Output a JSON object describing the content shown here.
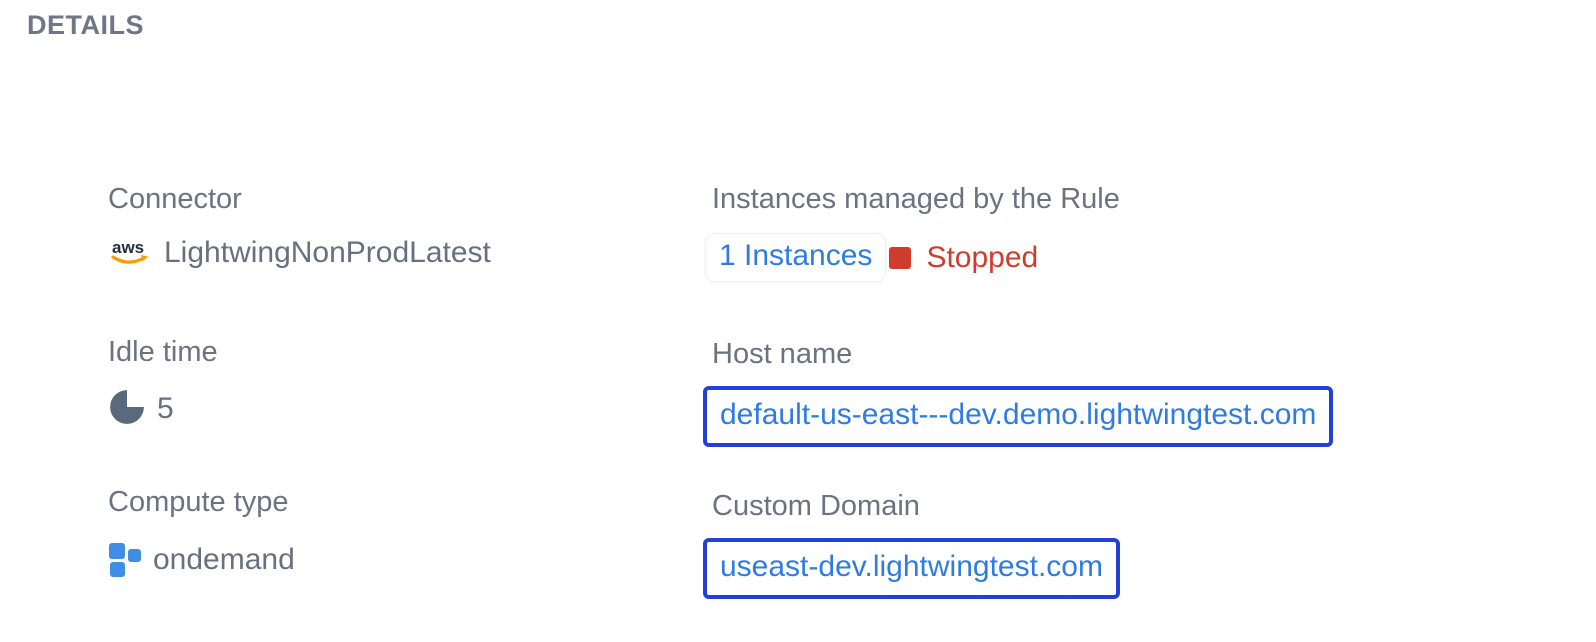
{
  "page": {
    "section_title": "DETAILS"
  },
  "details": {
    "connector": {
      "label": "Connector",
      "value": "LightwingNonProdLatest",
      "icon": "aws-icon"
    },
    "instances": {
      "label": "Instances managed by the Rule",
      "count_label": "1 Instances",
      "status": "Stopped",
      "status_color": "#cf3c2e"
    },
    "idle_time": {
      "label": "Idle time",
      "value": "5",
      "icon": "pie-chart-icon"
    },
    "host_name": {
      "label": "Host name",
      "value": "default-us-east---dev.demo.lightwingtest.com"
    },
    "compute_type": {
      "label": "Compute type",
      "value": "ondemand",
      "icon": "compute-squares-icon"
    },
    "custom_domain": {
      "label": "Custom Domain",
      "value": "useast-dev.lightwingtest.com"
    }
  },
  "colors": {
    "label_gray": "#6b7280",
    "value_gray": "#66707f",
    "link_blue": "#2e7ce2",
    "box_border_blue": "#2140d9",
    "status_red": "#cf3c2e",
    "aws_navy": "#252f3e",
    "aws_orange": "#ff9900",
    "compute_blue": "#3f8ee4",
    "pie_slate": "#5a6a7c"
  }
}
